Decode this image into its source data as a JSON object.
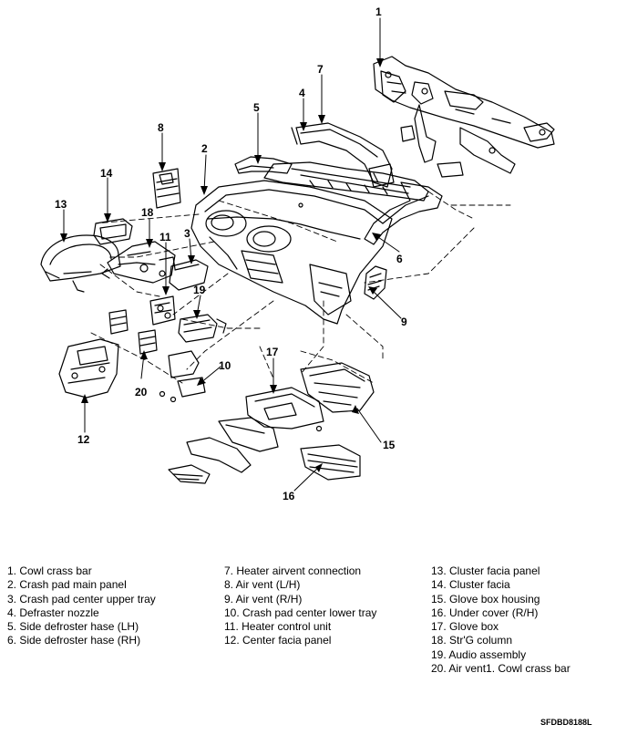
{
  "callouts": [
    "1",
    "2",
    "3",
    "4",
    "5",
    "6",
    "7",
    "8",
    "9",
    "10",
    "11",
    "12",
    "13",
    "14",
    "15",
    "16",
    "17",
    "18",
    "19",
    "20"
  ],
  "legend": {
    "col1": [
      "1. Cowl crass bar",
      "2. Crash pad main panel",
      "3. Crash pad center upper tray",
      "4. Defraster nozzle",
      "5. Side defroster hase (LH)",
      "6. Side defroster hase (RH)"
    ],
    "col2": [
      "7. Heater airvent connection",
      "8. Air vent (L/H)",
      "9. Air vent (R/H)",
      "10. Crash pad center lower tray",
      "11. Heater control unit",
      "12. Center facia panel"
    ],
    "col3": [
      "13. Cluster facia panel",
      "14. Cluster facia",
      "15. Glove box housing",
      "16. Under cover (R/H)",
      "17. Glove box",
      "18. Str'G column",
      "19. Audio assembly",
      "20. Air vent1. Cowl crass bar"
    ]
  },
  "ref_code": "SFDBD8188L"
}
